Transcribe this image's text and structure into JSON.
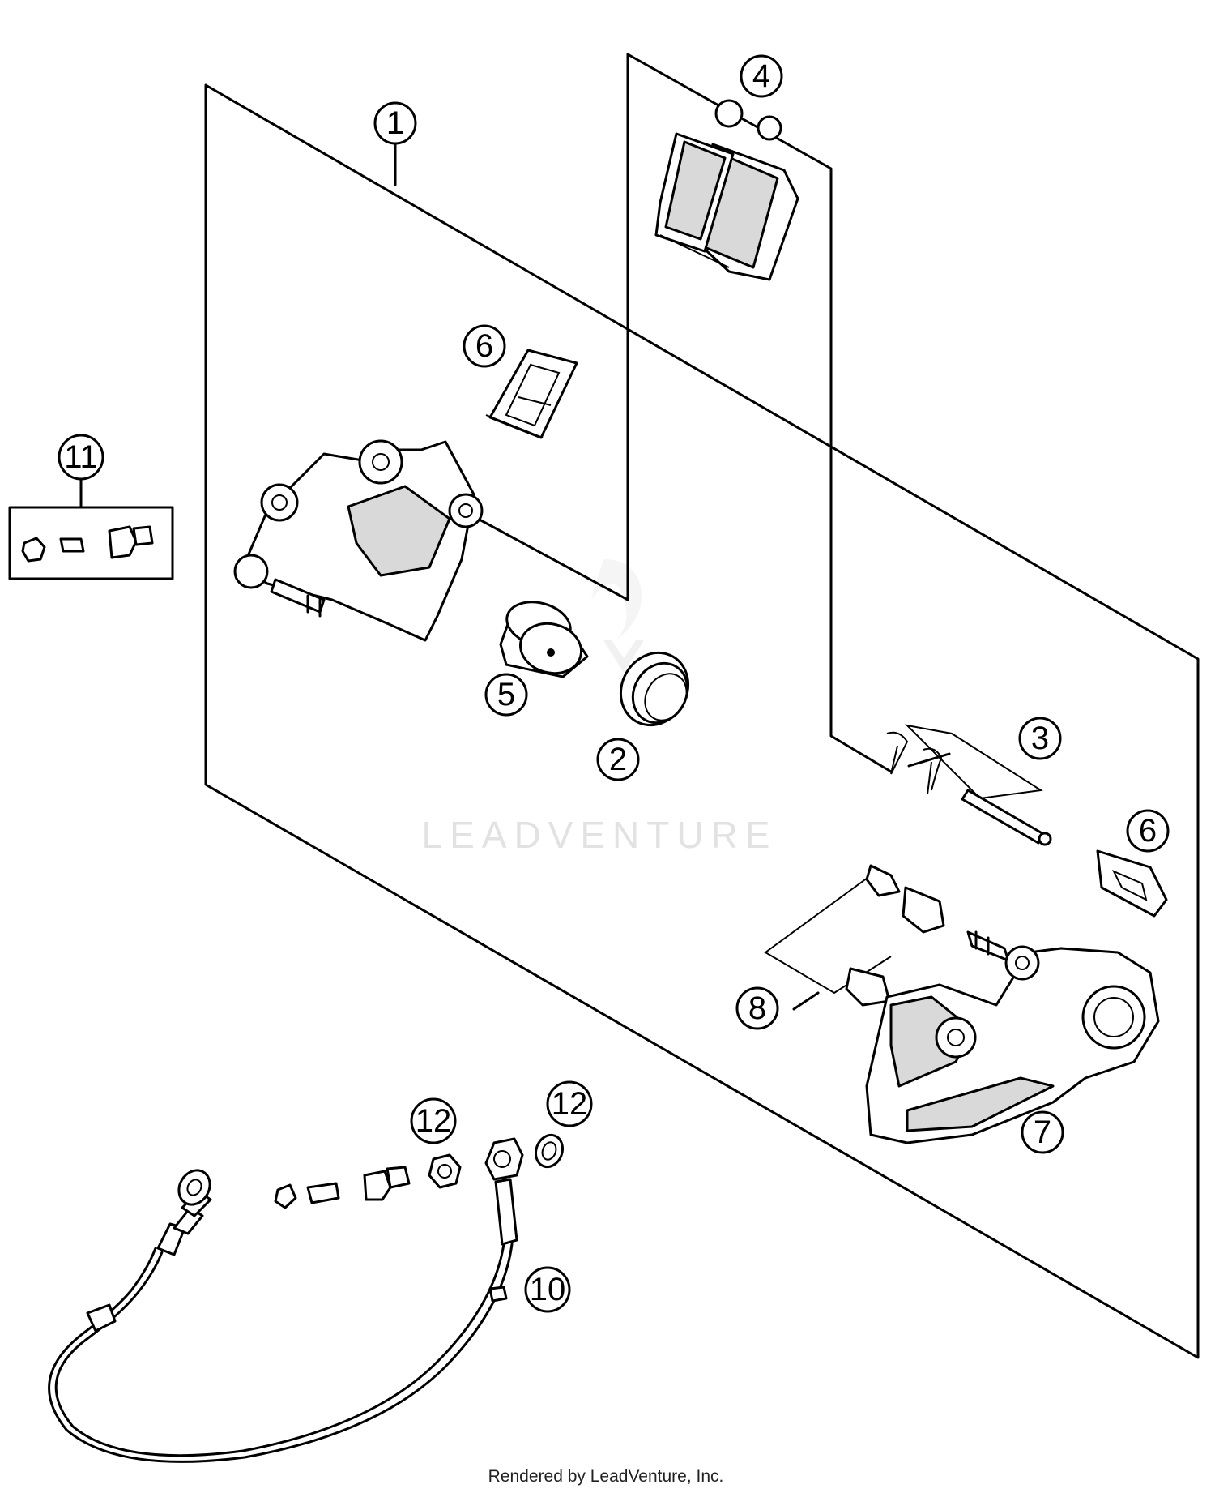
{
  "callouts": {
    "c1": "1",
    "c2": "2",
    "c3": "3",
    "c4": "4",
    "c5": "5",
    "c6a": "6",
    "c6b": "6",
    "c7": "7",
    "c8": "8",
    "c10": "10",
    "c11": "11",
    "c12a": "12",
    "c12b": "12"
  },
  "watermark": "LEADVENTURE",
  "credit": "Rendered by LeadVenture, Inc."
}
